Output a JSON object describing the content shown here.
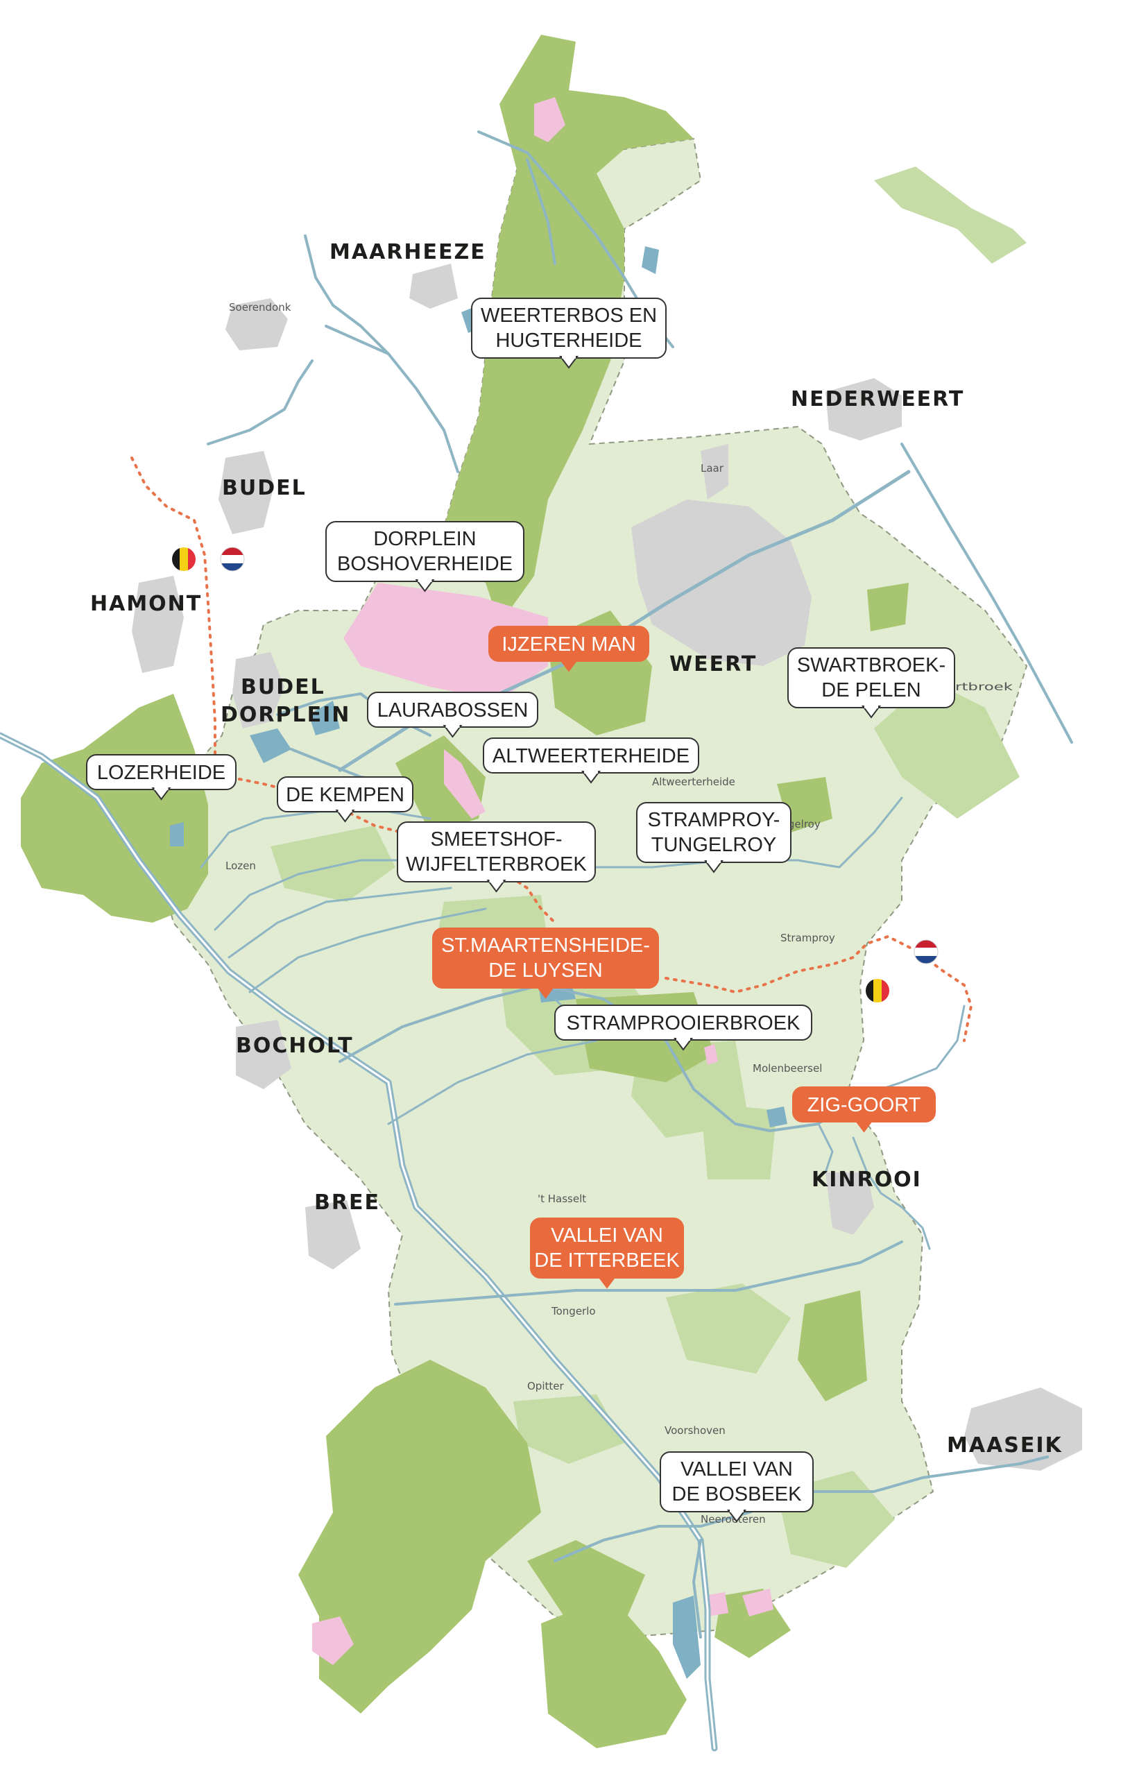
{
  "colors": {
    "river": "#8db5c4",
    "water": "#7fb0c4",
    "light_green": "#e1ecd3",
    "mid_green": "#c6dca7",
    "dark_green": "#a8c672",
    "urban": "#d3d3d3",
    "pink": "#f2c2dc",
    "border": "#e8734a",
    "accent": "#e96a3c",
    "bubble_text": "#222222"
  },
  "towns": [
    {
      "name": "MAARHEEZE"
    },
    {
      "name": "NEDERWEERT"
    },
    {
      "name": "BUDEL"
    },
    {
      "name": "HAMONT"
    },
    {
      "name": "WEERT"
    },
    {
      "name": "BUDEL"
    },
    {
      "name": "DORPLEIN"
    },
    {
      "name": "BOCHOLT"
    },
    {
      "name": "BREE"
    },
    {
      "name": "KINROOI"
    },
    {
      "name": "MAASEIK"
    }
  ],
  "villages": [
    {
      "name": "Soerendonk"
    },
    {
      "name": "Laar"
    },
    {
      "name": "Swartbroek"
    },
    {
      "name": "Altweerterheide"
    },
    {
      "name": "Tungelroy"
    },
    {
      "name": "Lozen"
    },
    {
      "name": "Stramproy"
    },
    {
      "name": "Molenbeersel"
    },
    {
      "name": "'t Hasselt"
    },
    {
      "name": "Tongerlo"
    },
    {
      "name": "Opitter"
    },
    {
      "name": "Voorshoven"
    },
    {
      "name": "Neeroeteren"
    }
  ],
  "areas": [
    {
      "lines": [
        "WEERTERBOS EN",
        "HUGTERHEIDE"
      ],
      "highlight": false
    },
    {
      "lines": [
        "DORPLEIN",
        "BOSHOVERHEIDE"
      ],
      "highlight": false
    },
    {
      "lines": [
        "IJZEREN MAN"
      ],
      "highlight": true
    },
    {
      "lines": [
        "SWARTBROEK-",
        "DE PELEN"
      ],
      "highlight": false
    },
    {
      "lines": [
        "LAURABOSSEN"
      ],
      "highlight": false
    },
    {
      "lines": [
        "ALTWEERTERHEIDE"
      ],
      "highlight": false
    },
    {
      "lines": [
        "LOZERHEIDE"
      ],
      "highlight": false
    },
    {
      "lines": [
        "DE KEMPEN"
      ],
      "highlight": false
    },
    {
      "lines": [
        "STRAMPROY-",
        "TUNGELROY"
      ],
      "highlight": false
    },
    {
      "lines": [
        "SMEETSHOF-",
        "WIJFELTERBROEK"
      ],
      "highlight": false
    },
    {
      "lines": [
        "ST.MAARTENSHEIDE-",
        "DE LUYSEN"
      ],
      "highlight": true
    },
    {
      "lines": [
        "STRAMPROOIERBROEK"
      ],
      "highlight": false
    },
    {
      "lines": [
        "ZIG-GOORT"
      ],
      "highlight": true
    },
    {
      "lines": [
        "VALLEI VAN",
        "DE ITTERBEEK"
      ],
      "highlight": true
    },
    {
      "lines": [
        "VALLEI VAN",
        "DE BOSBEEK"
      ],
      "highlight": false
    }
  ],
  "flags": [
    {
      "country": "belgium",
      "colors": [
        "#1a1a1a",
        "#f5d015",
        "#e3303a"
      ]
    },
    {
      "country": "netherlands",
      "colors": [
        "#c8202f",
        "#ffffff",
        "#21468b"
      ]
    },
    {
      "country": "netherlands",
      "colors": [
        "#c8202f",
        "#ffffff",
        "#21468b"
      ]
    },
    {
      "country": "belgium",
      "colors": [
        "#1a1a1a",
        "#f5d015",
        "#e3303a"
      ]
    }
  ]
}
